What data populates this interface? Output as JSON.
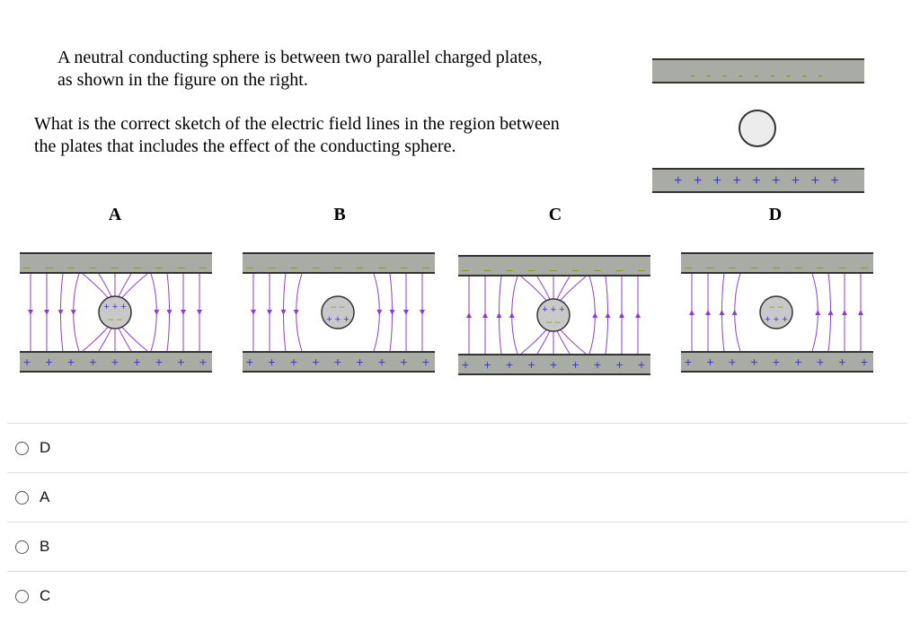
{
  "question": {
    "intro_line1": "A neutral conducting sphere is between two parallel charged plates,",
    "intro_line2": "as shown in the figure on the right.",
    "prompt_line1": "What is the correct sketch of the electric field lines in the region between",
    "prompt_line2": "the plates that includes the effect of the conducting sphere."
  },
  "figure": {
    "top_plate_charges": "- - - - - - - - -",
    "bottom_plate_charges": "+ + + + + + + + +"
  },
  "panels": [
    {
      "label": "A"
    },
    {
      "label": "B"
    },
    {
      "label": "C"
    },
    {
      "label": "D"
    }
  ],
  "choices": [
    {
      "label": "D"
    },
    {
      "label": "A"
    },
    {
      "label": "B"
    },
    {
      "label": "C"
    }
  ],
  "colors": {
    "plate_fill": "#a9aca4",
    "field_line": "#8a3fd0",
    "plus_sign": "#3c3cc8",
    "minus_sign": "#8a9a00"
  }
}
